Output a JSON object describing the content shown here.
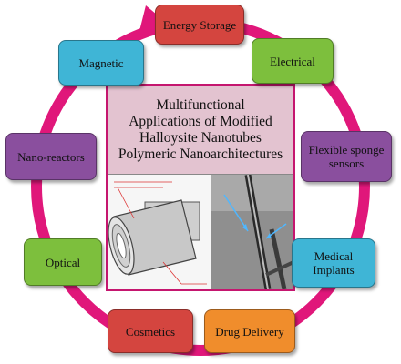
{
  "center": {
    "title_lines": [
      "Multifunctional",
      "Applications of Modified",
      "Halloysite Nanotubes",
      "Polymeric Nanoarchitectures"
    ]
  },
  "nodes": [
    {
      "id": "energy-storage",
      "label": "Energy Storage",
      "color": "#d4453f"
    },
    {
      "id": "electrical",
      "label": "Electrical",
      "color": "#7dbf3d"
    },
    {
      "id": "flexible-sponge-sensors",
      "label": "Flexible sponge sensors",
      "color": "#8a4f9e"
    },
    {
      "id": "medical-implants",
      "label": "Medical Implants",
      "color": "#3fb5d6"
    },
    {
      "id": "drug-delivery",
      "label": "Drug Delivery",
      "color": "#f08d2c"
    },
    {
      "id": "cosmetics",
      "label": "Cosmetics",
      "color": "#d4453f"
    },
    {
      "id": "optical",
      "label": "Optical",
      "color": "#7dbf3d"
    },
    {
      "id": "nano-reactors",
      "label": "Nano-reactors",
      "color": "#8a4f9e"
    },
    {
      "id": "magnetic",
      "label": "Magnetic",
      "color": "#3fb5d6"
    }
  ],
  "ring_color": "#e0177a"
}
